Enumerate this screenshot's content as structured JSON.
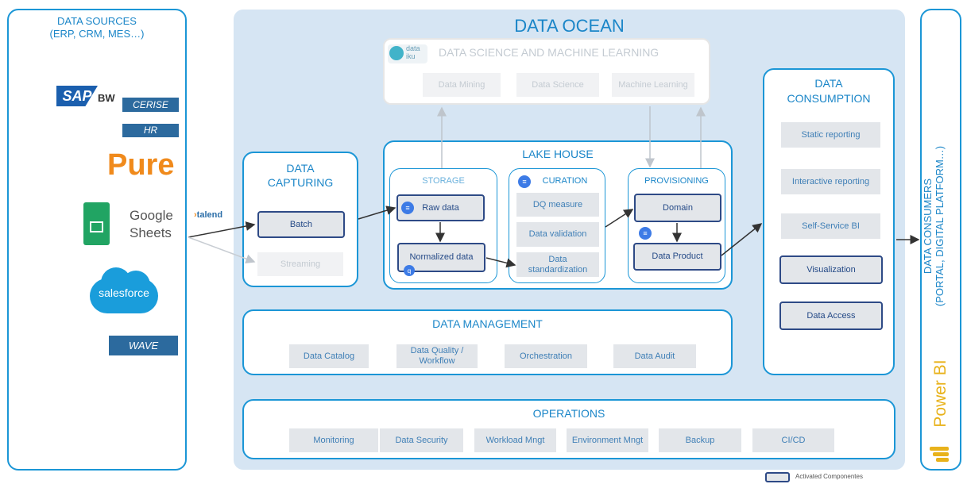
{
  "sources": {
    "title_line1": "DATA SOURCES",
    "title_line2": "(ERP, CRM, MES…)",
    "sap_logo": "SAP",
    "sap_bw": "BW",
    "cerise": "CERISE",
    "hr": "HR",
    "pure": "Pure",
    "google_line1": "Google",
    "google_line2": "Sheets",
    "salesforce": "salesforce",
    "wave": "WAVE",
    "talend": "talend"
  },
  "ocean": {
    "title": "DATA OCEAN"
  },
  "dsml": {
    "logo_line1": "data",
    "logo_line2": "iku",
    "title": "DATA SCIENCE AND MACHINE LEARNING",
    "items": [
      "Data Mining",
      "Data Science",
      "Machine Learning"
    ]
  },
  "capturing": {
    "title_line1": "DATA",
    "title_line2": "CAPTURING",
    "batch": "Batch",
    "streaming": "Streaming"
  },
  "lakehouse": {
    "title": "LAKE HOUSE",
    "storage": {
      "title": "STORAGE",
      "raw": "Raw data",
      "normalized": "Normalized data"
    },
    "curation": {
      "title": "CURATION",
      "items": [
        "DQ measure",
        "Data validation",
        "Data standardization"
      ]
    },
    "provisioning": {
      "title": "PROVISIONING",
      "domain": "Domain",
      "product": "Data Product"
    }
  },
  "management": {
    "title": "DATA MANAGEMENT",
    "items": [
      "Data Catalog",
      "Data Quality / Workflow",
      "Orchestration",
      "Data Audit"
    ]
  },
  "operations": {
    "title": "OPERATIONS",
    "items": [
      "Monitoring",
      "Data Security",
      "Workload Mngt",
      "Environment Mngt",
      "Backup",
      "CI/CD"
    ]
  },
  "consumption": {
    "title_line1": "DATA",
    "title_line2": "CONSUMPTION",
    "items": [
      "Static reporting",
      "Interactive reporting",
      "Self-Service BI",
      "Visualization",
      "Data Access"
    ]
  },
  "consumers": {
    "line1": "DATA CONSUMERS",
    "line2": "(PORTAL, DIGITAL PLATFORM…)",
    "powerbi": "Power BI"
  },
  "legend": {
    "label": "Activated Componentes"
  },
  "colors": {
    "accent": "#1b96d6",
    "ocean_bg": "#d6e5f3",
    "active_border": "#2e4a86",
    "chip_bg": "#e3e6ea"
  }
}
